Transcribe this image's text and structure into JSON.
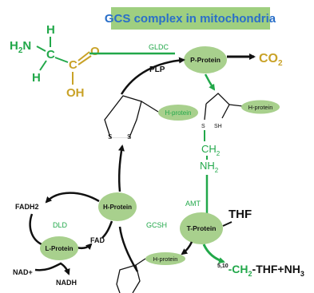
{
  "title": "GCS complex in mitochondria",
  "glycine": {
    "h2n": "H",
    "h2n_sub": "2",
    "h2n_n": "N",
    "h_top": "H",
    "c_alpha": "C",
    "h_bottom": "H",
    "c_carbonyl": "C",
    "o": "O",
    "oh": "OH"
  },
  "enzymes": {
    "gldc": "GLDC",
    "plp": "PLP",
    "amt": "AMT",
    "gcsh": "GCSH",
    "dld": "DLD"
  },
  "nodes": {
    "p_protein": "P-Protein",
    "h_protein_center": "H-Protein",
    "t_protein": "T-Protein",
    "l_protein": "L-Protein",
    "h_protein_lipoyl": "H-protein",
    "h_protein_reduced": "H-protein",
    "h_protein_bottom": "H-protein"
  },
  "products": {
    "co2": "CO",
    "co2_sub": "2",
    "ch2": "CH",
    "ch2_sub": "2",
    "nh2": "NH",
    "nh2_sub": "2",
    "thf": "THF",
    "methylene_sup": "5,10",
    "methylene_prefix": "-CH",
    "methylene_sub": "2",
    "methylene_mid": "-THF+NH",
    "methylene_sub2": "3"
  },
  "atoms": {
    "s": "S",
    "sh": "SH"
  },
  "cofactors": {
    "fadh2": "FADH2",
    "fad": "FAD",
    "nad_plus": "NAD+",
    "nadh": "NADH"
  },
  "colors": {
    "green": "#22a84a",
    "node_fill": "#a8d08d",
    "title_bg": "#9fcf80",
    "title_text": "#2a6fc9",
    "orange": "#c9a227",
    "black": "#111111"
  }
}
